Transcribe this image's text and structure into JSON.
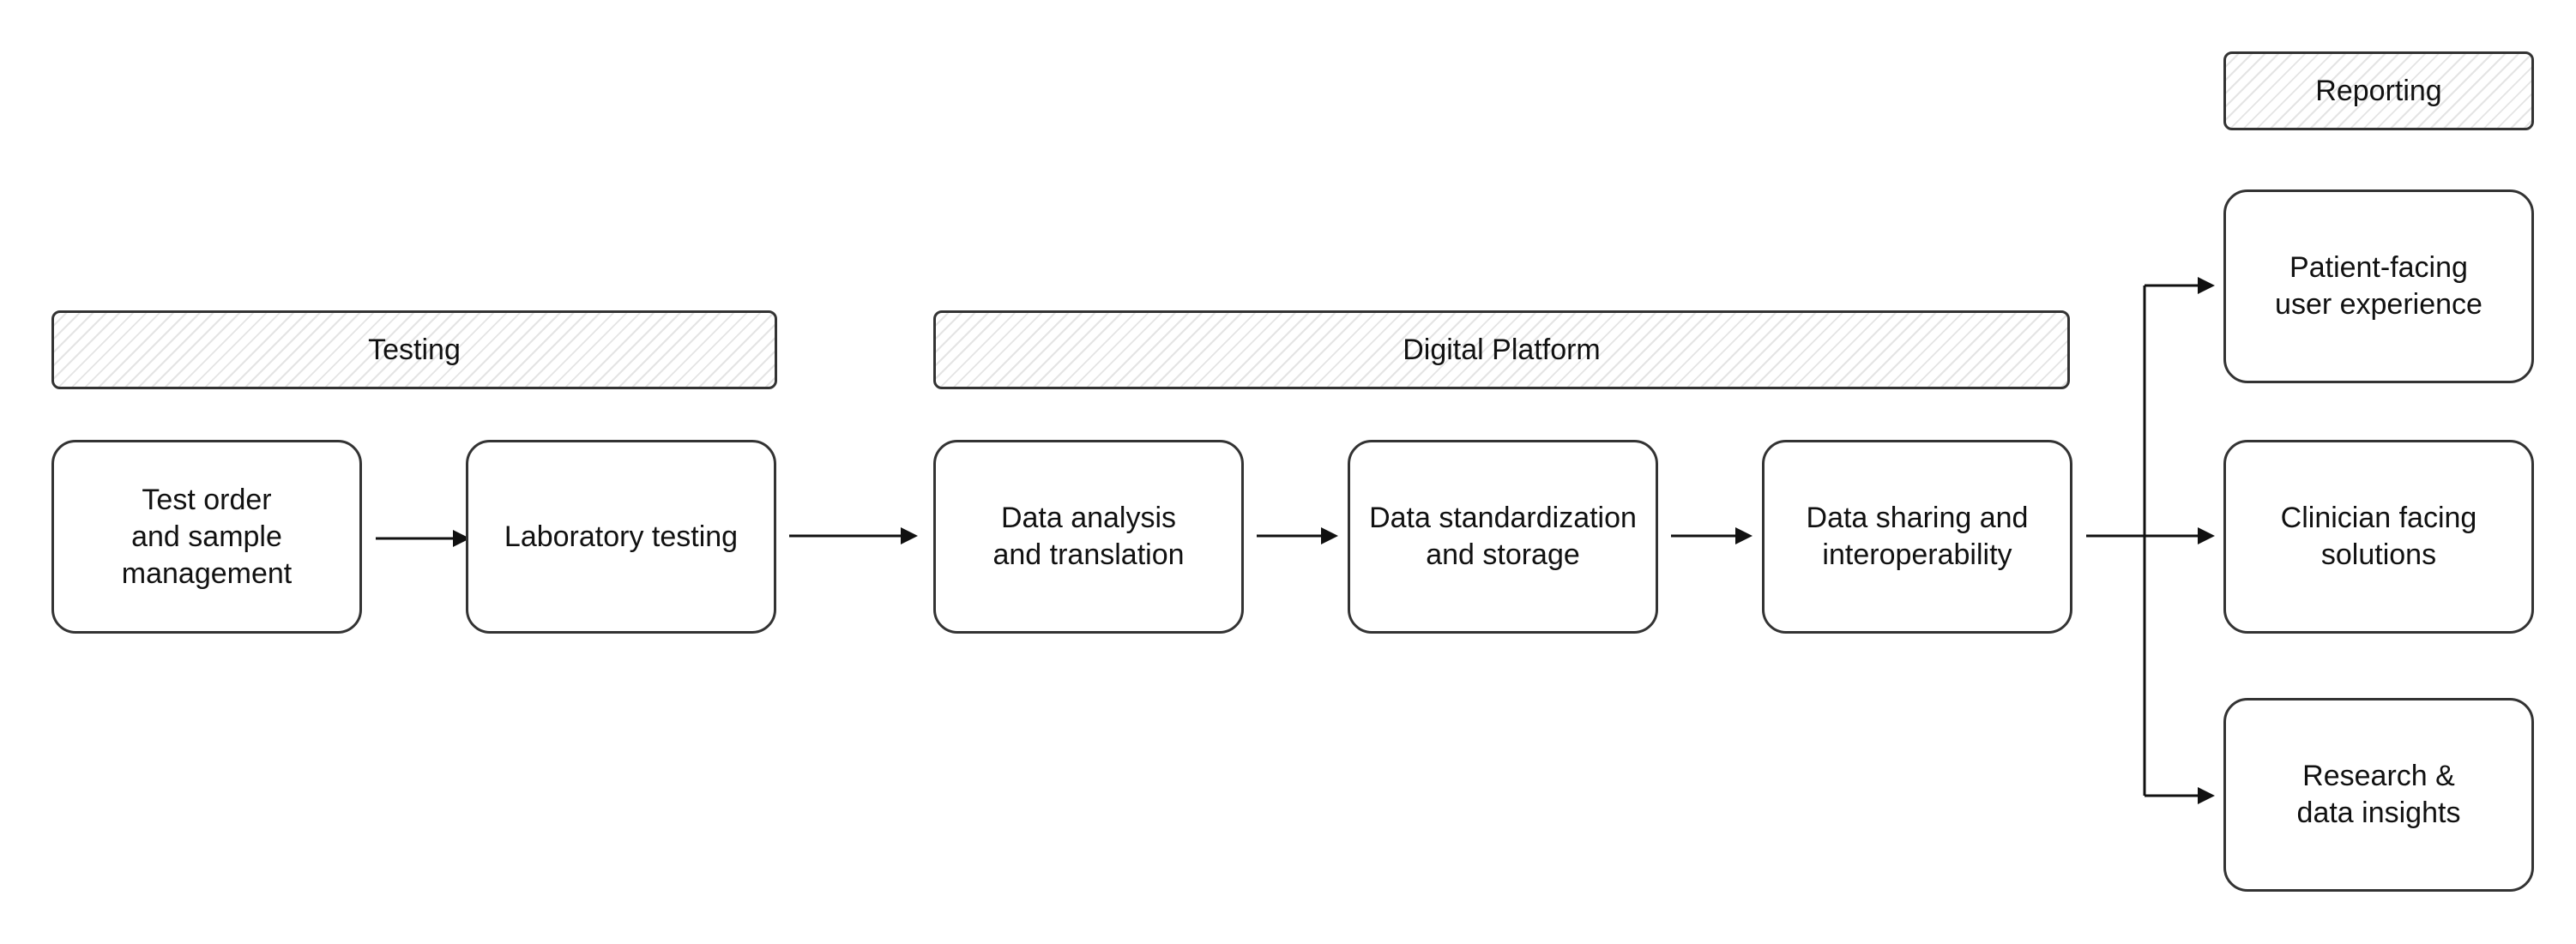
{
  "groups": {
    "testing": "Testing",
    "digital_platform": "Digital Platform",
    "reporting": "Reporting"
  },
  "nodes": {
    "test_order": "Test order\nand sample\nmanagement",
    "lab_testing": "Laboratory testing",
    "data_analysis": "Data analysis\nand translation",
    "data_standardization": "Data standardization\nand storage",
    "data_sharing": "Data sharing and\ninteroperability",
    "patient_facing": "Patient-facing\nuser experience",
    "clinician_facing": "Clinician facing\nsolutions",
    "research": "Research &\ndata insights"
  },
  "colors": {
    "stroke": "#333333",
    "hatch": "#e4e4e4",
    "background": "#ffffff"
  }
}
